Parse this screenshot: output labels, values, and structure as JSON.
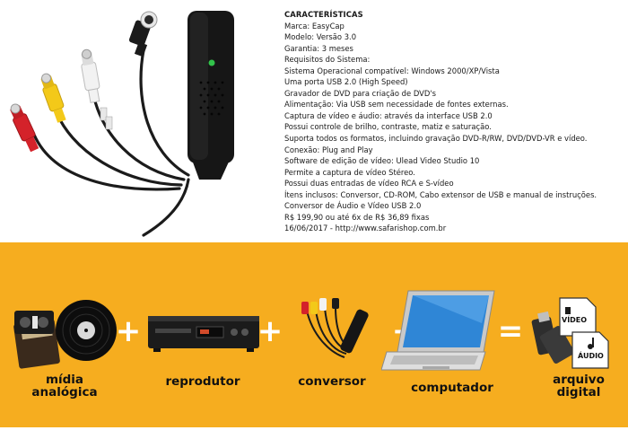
{
  "specs": {
    "heading": "CARACTERÍSTICAS",
    "lines": [
      "Marca: EasyCap",
      "Modelo: Versão 3.0",
      "Garantia: 3 meses",
      "Requisitos do Sistema:",
      "Sistema Operacional compatível: Windows 2000/XP/Vista",
      "Uma porta USB 2.0 (High Speed)",
      "Gravador de DVD para criação de DVD's",
      "Alimentação: Via USB sem necessidade de fontes externas.",
      "Captura de vídeo e áudio: através da interface USB 2.0",
      "Possui controle de brilho, contraste, matiz e saturação.",
      "Suporta todos os formatos, incluindo gravação DVD-R/RW, DVD/DVD-VR e vídeo.",
      "Conexão: Plug and Play",
      "Software de edição de vídeo: Ulead Video Studio 10",
      "Permite a captura de vídeo Stéreo.",
      "Possui duas entradas de vídeo RCA e S-vídeo",
      "Ítens inclusos: Conversor, CD-ROM, Cabo extensor de USB e manual de instruções.",
      "Conversor de Áudio e Vídeo USB 2.0",
      "R$ 199,90 ou até 6x de R$ 36,89 fixas",
      "16/06/2017 - http://www.safarishop.com.br"
    ]
  },
  "workflow": {
    "steps": [
      {
        "label_line1": "mídia",
        "label_line2": "analógica"
      },
      {
        "label_line1": "reprodutor",
        "label_line2": ""
      },
      {
        "label_line1": "conversor",
        "label_line2": ""
      },
      {
        "label_line1": "computador",
        "label_line2": ""
      },
      {
        "label_line1": "arquivo",
        "label_line2": "digital"
      }
    ],
    "operators": [
      "+",
      "+",
      "+",
      "="
    ],
    "file_tags": {
      "video": "VÍDEO",
      "audio": "ÁUDIO"
    }
  },
  "colors": {
    "banner": "#f6ad1f",
    "rca_red": "#d4222a",
    "rca_yellow": "#f3c919",
    "rca_white": "#f2f2f2",
    "device_black": "#161616"
  }
}
